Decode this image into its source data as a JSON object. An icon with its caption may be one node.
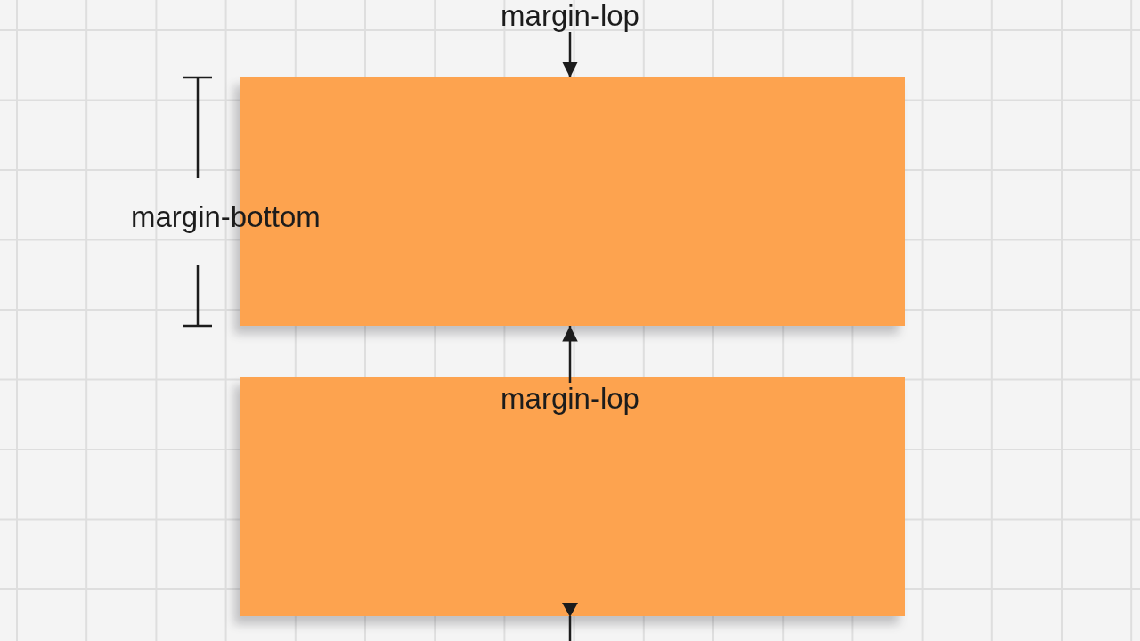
{
  "diagram": {
    "nodes": [
      {
        "text": [
          "margin-lop"
        ]
      },
      {
        "text": [],
        "shape": "box"
      },
      {
        "text": [],
        "shape": "box"
      },
      {
        "text": [
          "margin-lop"
        ],
        "in": 2
      }
    ],
    "edges": [
      {
        "from": 0,
        "to": 1,
        "arrow": "to"
      },
      {
        "from": 3,
        "to": 1,
        "arrow": "to"
      }
    ],
    "labels": [
      "margin-bottom"
    ]
  }
}
